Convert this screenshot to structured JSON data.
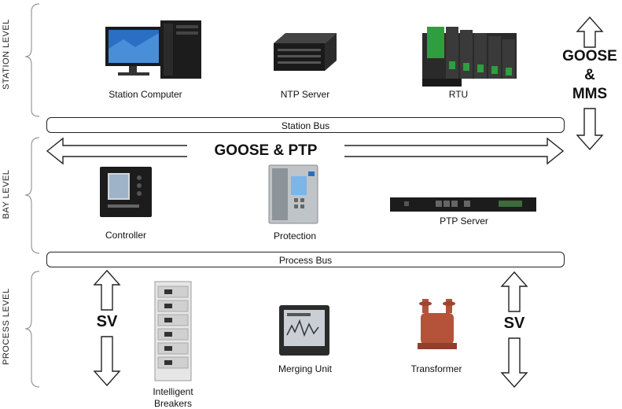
{
  "levels": {
    "station": "STATION LEVEL",
    "bay": "BAY LEVEL",
    "process": "PROCESS LEVEL"
  },
  "station_devices": {
    "computer": "Station Computer",
    "ntp": "NTP Server",
    "rtu": "RTU"
  },
  "buses": {
    "station": "Station Bus",
    "process": "Process Bus"
  },
  "protocols": {
    "goose_ptp": "GOOSE & PTP",
    "goose_mms": [
      "GOOSE",
      "&",
      "MMS"
    ],
    "sv": "SV"
  },
  "bay_devices": {
    "controller": "Controller",
    "protection": "Protection",
    "ptp": "PTP Server"
  },
  "process_devices": {
    "breakers": [
      "Intelligent",
      "Breakers"
    ],
    "merging": "Merging Unit",
    "transformer": "Transformer"
  },
  "colors": {
    "rtu_green": "#2e9e3e",
    "transformer_red": "#b5533a",
    "screen_blue": "#2a6fc4"
  }
}
